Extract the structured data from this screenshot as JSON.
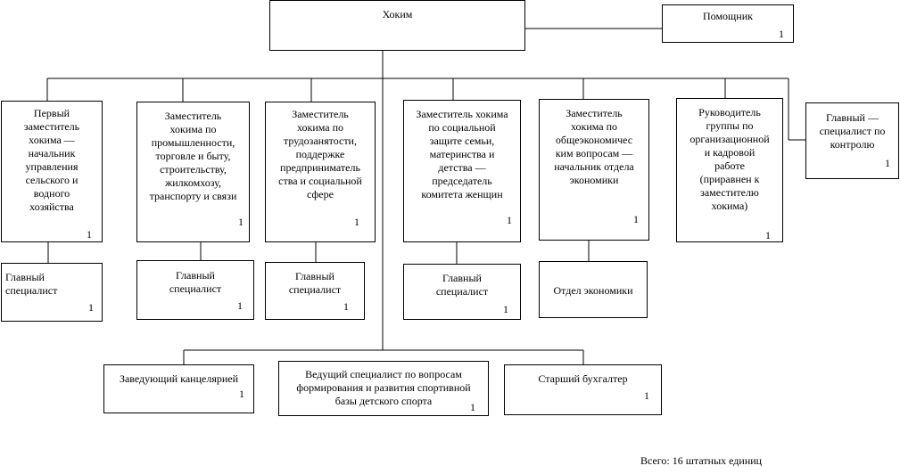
{
  "org": {
    "head": {
      "label": "Хоким"
    },
    "assistant": {
      "label": "Помощник",
      "count": "1"
    },
    "deputies": [
      {
        "label": "Первый\nзаместитель\nхокима —\nначальник\nуправления\nсельского и\nводного\nхозяйства",
        "count": "1"
      },
      {
        "label": "Заместитель\nхокима по\nпромышленности,\nторговле и быту,\nстроительству,\nжилкомхозу,\nтранспорту и связи",
        "count": "1"
      },
      {
        "label": "Заместитель\nхокима по\nтрудозанятости,\nподдержке\nпредприниматель\nства и социальной\nсфере",
        "count": "1"
      },
      {
        "label": "Заместитель хокима\nпо социальной\nзащите семьи,\nматеринства и\nдетства —\nпредседатель\nкомитета женщин",
        "count": "1"
      },
      {
        "label": "Заместитель\nхокима по\nобщеэкономичес\nким вопросам —\nначальник отдела\nэкономики",
        "count": "1"
      },
      {
        "label": "Руководитель\nгруппы по\nорганизационной\nи кадровой\nработе\n(приравнен к\nзаместителю\nхокима)",
        "count": "1"
      }
    ],
    "control": {
      "label": "Главный —\nспециалист по\nконтролю",
      "count": "1"
    },
    "subordinates": [
      {
        "label": "Главный\nспециалист",
        "count": "1"
      },
      {
        "label": "Главный\nспециалист",
        "count": "1"
      },
      {
        "label": "Главный\nспециалист",
        "count": "1"
      },
      {
        "label": "Главный\nспециалист",
        "count": "1"
      },
      {
        "label": "Отдел экономики"
      }
    ],
    "staff": [
      {
        "label": "Заведующий канцелярией",
        "count": "1"
      },
      {
        "label": "Ведущий специалист по вопросам\nформирования и развития спортивной\nбазы детского спорта",
        "count": "1"
      },
      {
        "label": "Старший бухгалтер",
        "count": "1"
      }
    ],
    "total": "Всего: 16 штатных единиц"
  }
}
